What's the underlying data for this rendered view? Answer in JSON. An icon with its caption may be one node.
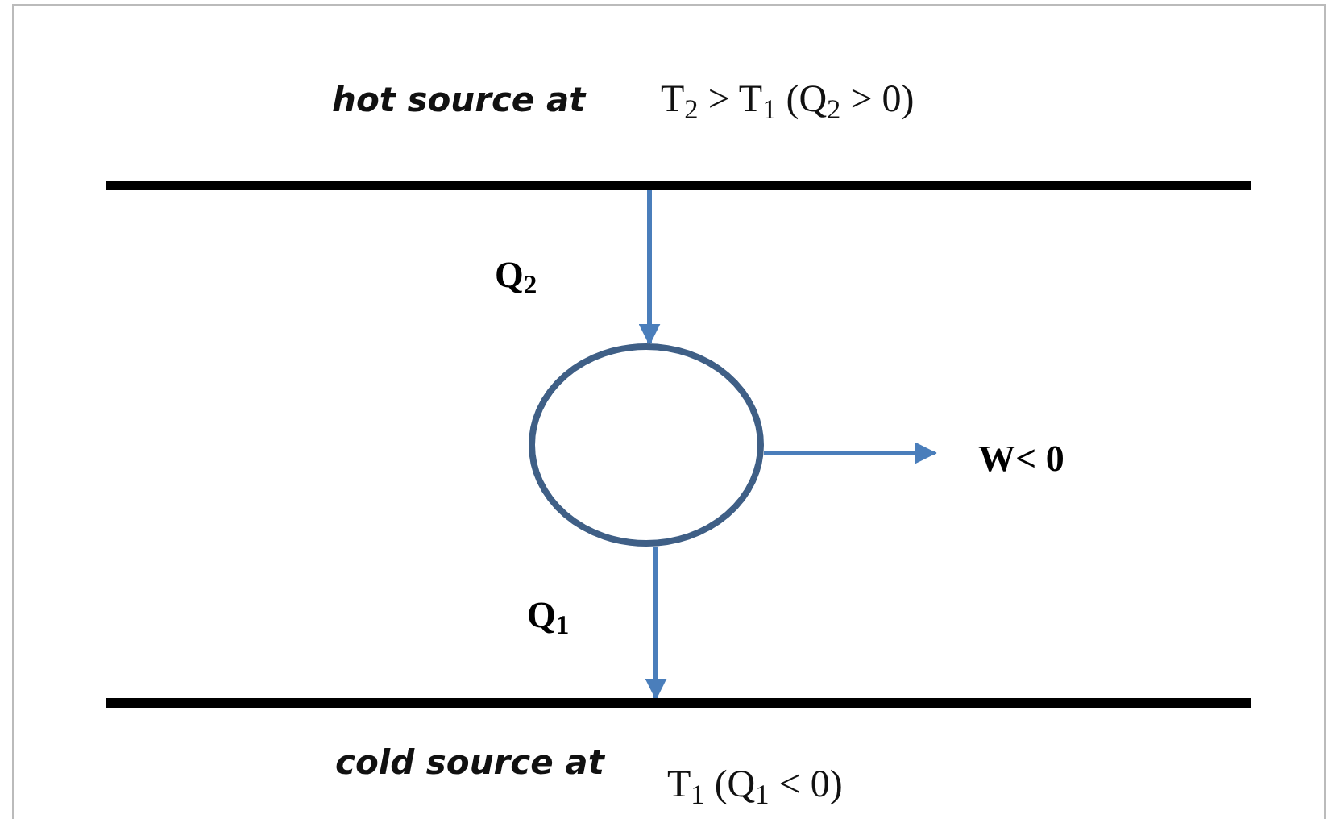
{
  "diagram": {
    "nodes": [
      {
        "text": [
          "hot source at",
          "T$_{2}$ > T$_{1}$ (Q$_{2}$ > 0)"
        ]
      },
      {
        "text": [],
        "shape": "circle"
      },
      {
        "text": [
          "W< 0"
        ]
      },
      {
        "text": [
          "cold source at",
          "T$_{1}$ (Q$_{1}$ < 0)"
        ]
      }
    ],
    "edges": [
      {
        "from": 0,
        "to": 1,
        "arrow": "to",
        "label": "Q$_{2}$"
      },
      {
        "from": 1,
        "to": 3,
        "arrow": "to",
        "label": "Q$_{1}$"
      },
      {
        "from": 1,
        "to": 2,
        "arrow": "to"
      }
    ]
  }
}
